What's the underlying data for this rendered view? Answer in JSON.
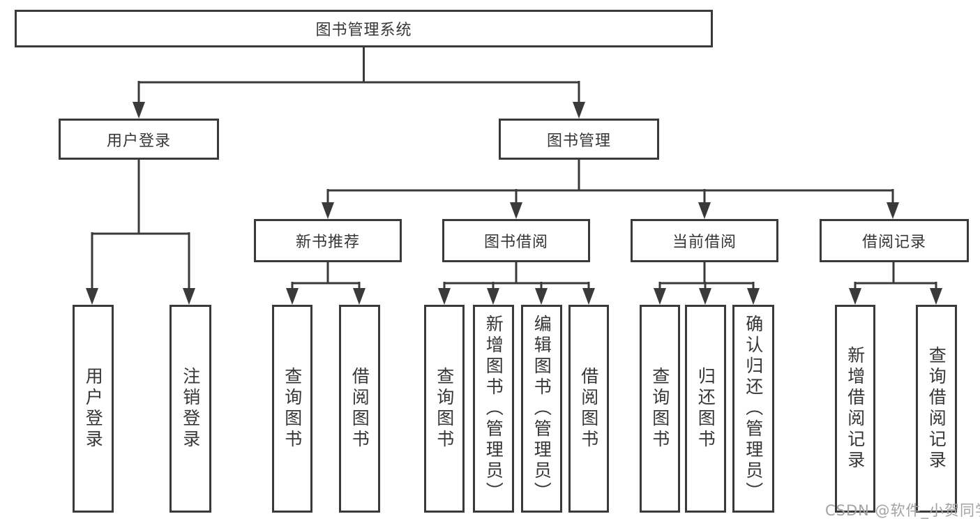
{
  "tree": {
    "root": "图书管理系统",
    "user_login": {
      "label": "用户登录",
      "children": [
        "用户登录",
        "注销登录"
      ]
    },
    "book_mgmt": {
      "label": "图书管理",
      "sections": [
        {
          "label": "新书推荐",
          "children": [
            "查询图书",
            "借阅图书"
          ]
        },
        {
          "label": "图书借阅",
          "children": [
            "查询图书",
            "新增图书（管理员）",
            "编辑图书（管理员）",
            "借阅图书"
          ]
        },
        {
          "label": "当前借阅",
          "children": [
            "查询图书",
            "归还图书",
            "确认归还（管理员）"
          ]
        },
        {
          "label": "借阅记录",
          "children": [
            "新增借阅记录",
            "查询借阅记录"
          ]
        }
      ]
    }
  },
  "watermark": "CSDN @软件_小贺同学",
  "colors": {
    "line": "#3a3a3a",
    "text": "#363636",
    "watermark": "#a3a3a3",
    "background": "#ffffff"
  }
}
